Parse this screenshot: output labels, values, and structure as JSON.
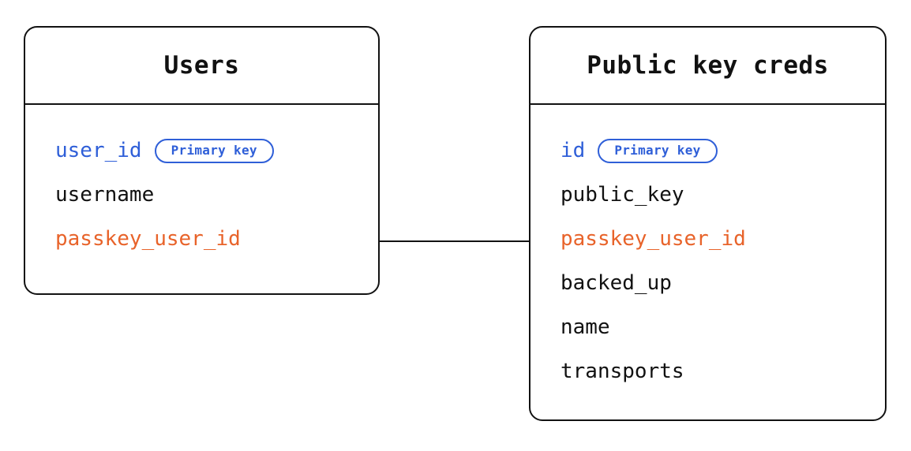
{
  "diagram": {
    "type": "entity-relationship-diagram",
    "background_color": "#FFFFFF",
    "colors": {
      "border": "#121212",
      "text": "#111111",
      "primary_key": "#2F5FD8",
      "foreign_key": "#E8632A"
    }
  },
  "entities": [
    {
      "id": "users",
      "title": "Users",
      "fields": [
        {
          "name": "user_id",
          "role": "primary_key",
          "badge": "Primary key"
        },
        {
          "name": "username",
          "role": "plain",
          "badge": null
        },
        {
          "name": "passkey_user_id",
          "role": "foreign_key",
          "badge": null
        }
      ]
    },
    {
      "id": "public_key_creds",
      "title": "Public key creds",
      "fields": [
        {
          "name": "id",
          "role": "primary_key",
          "badge": "Primary key"
        },
        {
          "name": "public_key",
          "role": "plain",
          "badge": null
        },
        {
          "name": "passkey_user_id",
          "role": "foreign_key",
          "badge": null
        },
        {
          "name": "backed_up",
          "role": "plain",
          "badge": null
        },
        {
          "name": "name",
          "role": "plain",
          "badge": null
        },
        {
          "name": "transports",
          "role": "plain",
          "badge": null
        }
      ]
    }
  ],
  "relationships": [
    {
      "id": "users-to-public-key-creds",
      "from_entity": "users",
      "from_field": "passkey_user_id",
      "to_entity": "public_key_creds",
      "to_field": "passkey_user_id",
      "style": "straight-line"
    }
  ]
}
